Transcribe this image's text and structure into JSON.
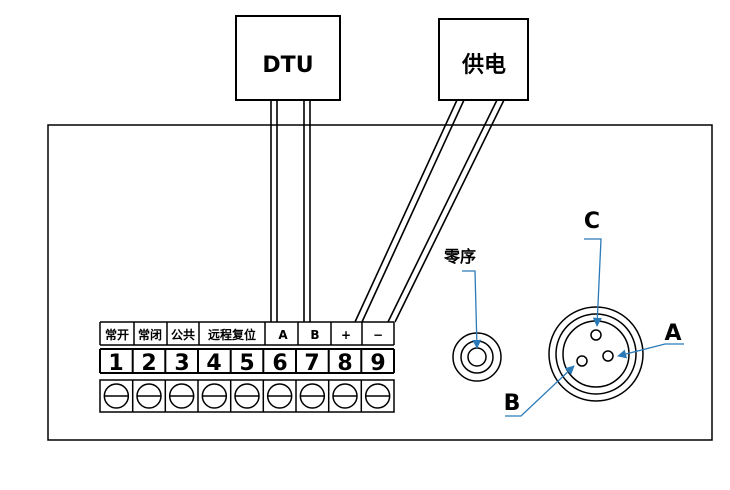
{
  "boxes": {
    "dtu": "DTU",
    "power": "供电"
  },
  "terminal": {
    "headers": [
      "常开",
      "常闭",
      "公共",
      "远程复位",
      "A",
      "B",
      "+",
      "−"
    ],
    "numbers": [
      "1",
      "2",
      "3",
      "4",
      "5",
      "6",
      "7",
      "8",
      "9"
    ]
  },
  "connectors": {
    "zero_sequence_label": "零序",
    "pin_c": "C",
    "pin_a": "A",
    "pin_b": "B"
  },
  "colors": {
    "line": "#000000",
    "arrow": "#2a7ab8"
  }
}
